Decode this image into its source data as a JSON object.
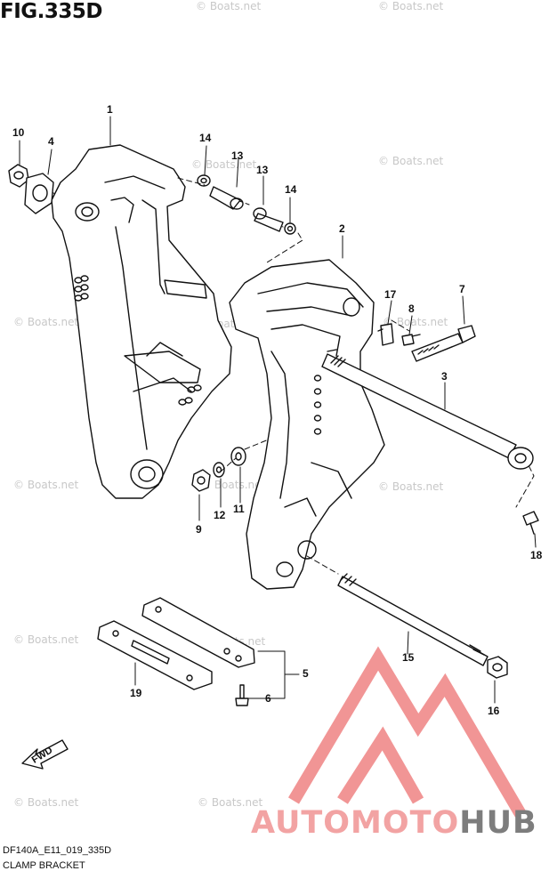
{
  "figure": {
    "title": "FIG.335D",
    "code": "DF140A_E11_019_335D",
    "subtitle": "CLAMP BRACKET"
  },
  "callouts": [
    "1",
    "2",
    "3",
    "4",
    "5",
    "6",
    "7",
    "8",
    "9",
    "10",
    "11",
    "12",
    "13",
    "13",
    "14",
    "14",
    "15",
    "16",
    "17",
    "18",
    "19"
  ],
  "fwd_label": "FWD",
  "watermark": "© Boats.net",
  "brand": {
    "part1": "AUTOMOTO",
    "part2": "HUB",
    "color_accent": "#f2a3a3",
    "color_dark": "#7d7d7d"
  },
  "colors": {
    "line": "#111111",
    "logo": "#f08a8a"
  }
}
